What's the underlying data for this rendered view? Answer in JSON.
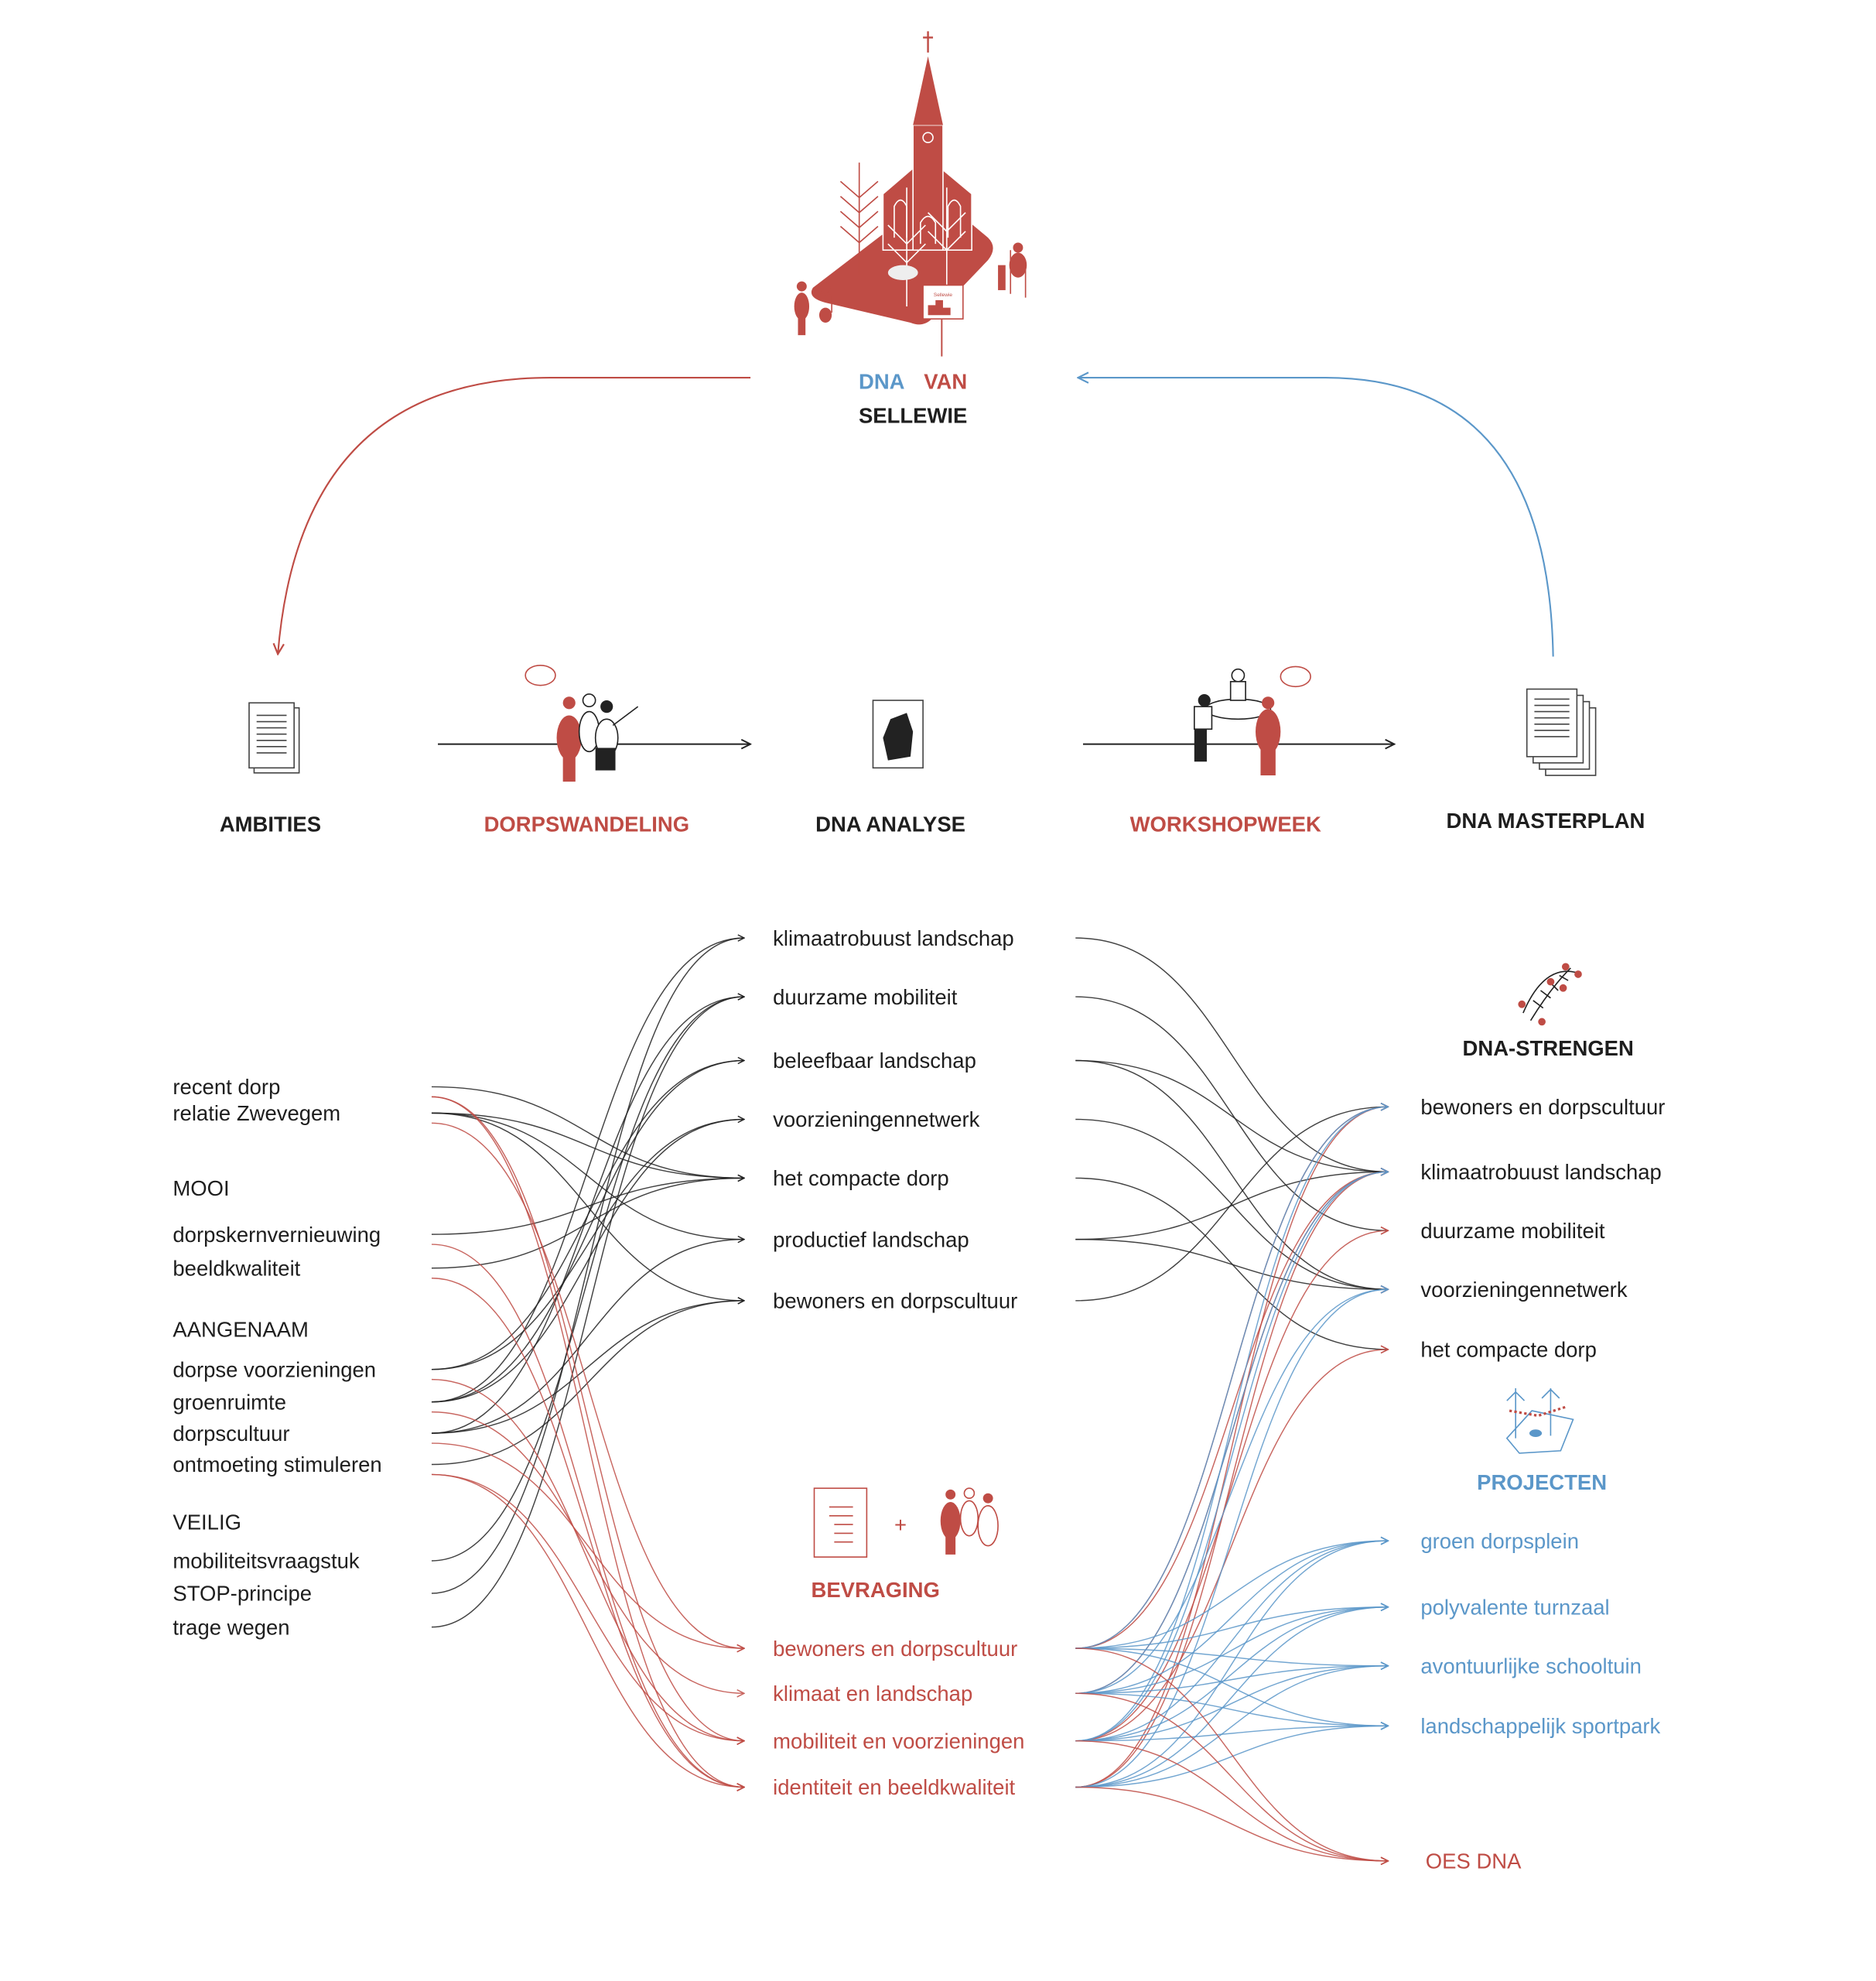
{
  "colors": {
    "red": "#bf4c45",
    "blue": "#5b97c9",
    "black": "#222222"
  },
  "title": {
    "word1": "DNA",
    "word2": "VAN",
    "word3": "SELLEWIE"
  },
  "church_sign_text": "Sellewie",
  "process": [
    {
      "label": "AMBITIES",
      "color": "black",
      "icon": "document-icon"
    },
    {
      "label": "DORPSWANDELING",
      "color": "red",
      "icon": "walking-people-icon"
    },
    {
      "label": "DNA ANALYSE",
      "color": "black",
      "icon": "map-icon"
    },
    {
      "label": "WORKSHOPWEEK",
      "color": "red",
      "icon": "workshop-people-icon"
    },
    {
      "label": "DNA MASTERPLAN",
      "color": "black",
      "icon": "document-stack-icon"
    }
  ],
  "ambities": [
    "recent dorp",
    "relatie Zwevegem",
    "MOOI",
    "dorpskernvernieuwing",
    "beeldkwaliteit",
    "AANGENAAM",
    "dorpse voorzieningen",
    "groenruimte",
    "dorpscultuur",
    "ontmoeting stimuleren",
    "VEILIG",
    "mobiliteitsvraagstuk",
    "STOP-principe",
    "trage wegen"
  ],
  "analyse": [
    "klimaatrobuust landschap",
    "duurzame mobiliteit",
    "beleefbaar landschap",
    "voorzieningennetwerk",
    "het compacte dorp",
    "productief landschap",
    "bewoners en dorpscultuur"
  ],
  "bevraging": {
    "title": "BEVRAGING",
    "plus": "+",
    "items": [
      "bewoners en dorpscultuur",
      "klimaat en landschap",
      "mobiliteit en voorzieningen",
      "identiteit en beeldkwaliteit"
    ]
  },
  "strengen": {
    "title": "DNA-STRENGEN",
    "items": [
      "bewoners en dorpscultuur",
      "klimaatrobuust landschap",
      "duurzame mobiliteit",
      "voorzieningennetwerk",
      "het compacte dorp"
    ]
  },
  "projecten": {
    "title": "PROJECTEN",
    "items": [
      "groen dorpsplein",
      "polyvalente turnzaal",
      "avontuurlijke schooltuin",
      "landschappelijk sportpark"
    ]
  },
  "oes_dna": "OES DNA",
  "links": {
    "ambities_to_analyse": [
      [
        0,
        4
      ],
      [
        1,
        4
      ],
      [
        1,
        5
      ],
      [
        1,
        6
      ],
      [
        3,
        4
      ],
      [
        4,
        4
      ],
      [
        6,
        3
      ],
      [
        6,
        2
      ],
      [
        7,
        2
      ],
      [
        7,
        3
      ],
      [
        7,
        0
      ],
      [
        8,
        5
      ],
      [
        8,
        6
      ],
      [
        8,
        1
      ],
      [
        9,
        6
      ],
      [
        11,
        1
      ],
      [
        12,
        0
      ],
      [
        13,
        1
      ]
    ],
    "ambities_to_bevraging": [
      [
        0,
        2
      ],
      [
        0,
        3
      ],
      [
        1,
        0
      ],
      [
        3,
        3
      ],
      [
        4,
        3
      ],
      [
        6,
        2
      ],
      [
        7,
        1
      ],
      [
        8,
        0
      ],
      [
        9,
        2
      ],
      [
        9,
        3
      ]
    ],
    "analyse_to_strengen": [
      [
        0,
        1
      ],
      [
        1,
        2
      ],
      [
        2,
        1
      ],
      [
        2,
        3
      ],
      [
        3,
        3
      ],
      [
        4,
        4
      ],
      [
        5,
        1
      ],
      [
        5,
        3
      ],
      [
        6,
        0
      ]
    ],
    "bevraging_to_strengen_red": [
      [
        0,
        0
      ],
      [
        0,
        1
      ],
      [
        1,
        1
      ],
      [
        2,
        2
      ],
      [
        2,
        4
      ],
      [
        3,
        0
      ],
      [
        3,
        1
      ]
    ],
    "bevraging_to_strengen_blue": [
      [
        0,
        0
      ],
      [
        1,
        1
      ],
      [
        1,
        3
      ],
      [
        2,
        0
      ],
      [
        2,
        1
      ],
      [
        3,
        3
      ]
    ],
    "bevraging_to_projecten": [
      [
        0,
        0
      ],
      [
        0,
        1
      ],
      [
        0,
        2
      ],
      [
        0,
        3
      ],
      [
        1,
        0
      ],
      [
        1,
        1
      ],
      [
        1,
        2
      ],
      [
        1,
        3
      ],
      [
        2,
        0
      ],
      [
        2,
        1
      ],
      [
        2,
        2
      ],
      [
        2,
        3
      ],
      [
        3,
        0
      ],
      [
        3,
        1
      ],
      [
        3,
        2
      ],
      [
        3,
        3
      ]
    ],
    "bevraging_to_oes": [
      0,
      1,
      2,
      3
    ]
  }
}
